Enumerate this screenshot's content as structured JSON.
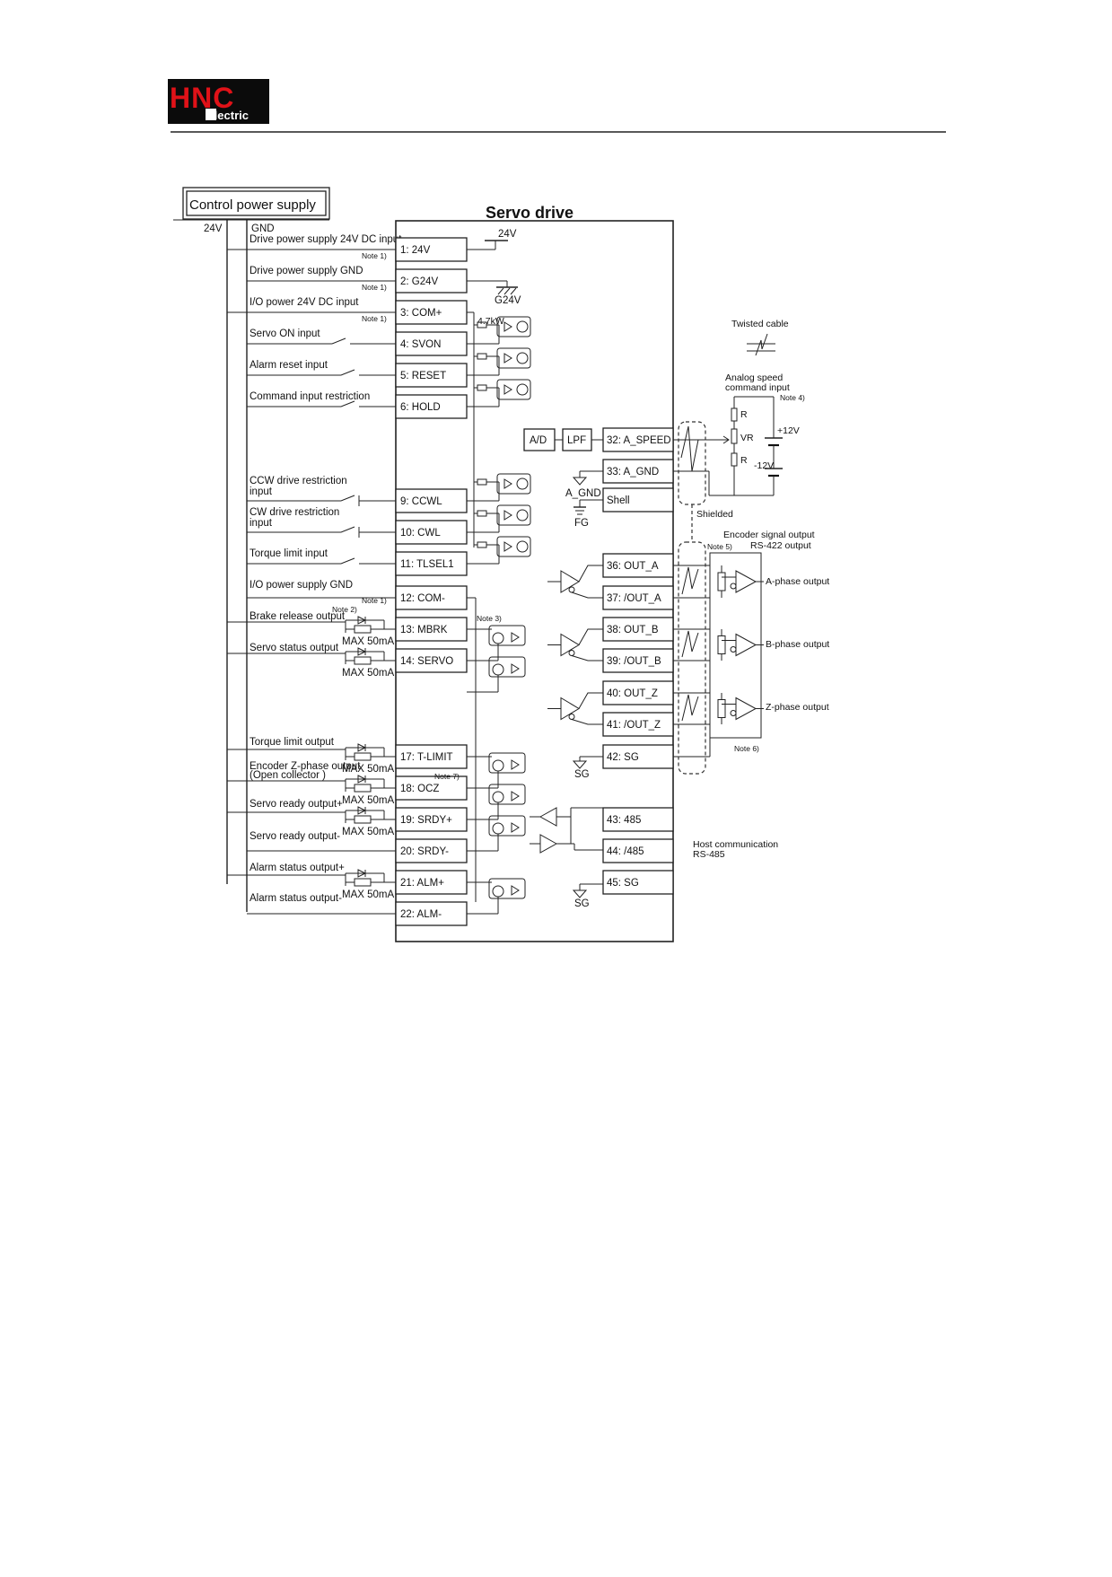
{
  "header": {
    "logo_main": "HNC",
    "logo_sub": "Electric"
  },
  "diagram": {
    "title": "Servo drive",
    "supply_box": "Control power supply",
    "supply_24v": "24V",
    "supply_gnd": "GND",
    "left_labels": [
      "Drive power supply 24V DC input",
      "Drive power supply GND",
      "I/O power 24V DC input",
      "Servo ON input",
      "Alarm reset input",
      "Command input restriction",
      "CCW drive restriction",
      "input",
      "CW drive restriction",
      "input",
      "Torque limit input",
      "I/O power supply GND",
      "Brake release output",
      "Servo status output",
      "Torque limit output",
      "Encoder Z-phase output",
      "(Open collector )",
      "Servo ready output+",
      "Servo ready output-",
      "Alarm status output+",
      "Alarm status output-"
    ],
    "pins_left": [
      "1: 24V",
      "2: G24V",
      "3: COM+",
      "4: SVON",
      "5: RESET",
      "6: HOLD",
      "9: CCWL",
      "10: CWL",
      "11: TLSEL1",
      "12: COM-",
      "13: MBRK",
      "14: SERVO",
      "17: T-LIMIT",
      "18: OCZ",
      "19: SRDY+",
      "20: SRDY-",
      "21: ALM+",
      "22: ALM-"
    ],
    "pins_right": [
      "32: A_SPEED",
      "33: A_GND",
      "Shell",
      "36: OUT_A",
      "37: /OUT_A",
      "38: OUT_B",
      "39: /OUT_B",
      "40: OUT_Z",
      "41: /OUT_Z",
      "42: SG",
      "43: 485",
      "44: /485",
      "45: SG"
    ],
    "notes": {
      "note1": "Note 1)",
      "note2": "Note 2)",
      "note3": "Note 3)",
      "note4": "Note 4)",
      "note5": "Note 5)",
      "note6": "Note 6)",
      "note7": "Note 7)"
    },
    "internal": {
      "v24": "24V",
      "g24v": "G24V",
      "resistor": "4.7kW",
      "ad": "A/D",
      "lpf": "LPF",
      "agnd": "A_GND",
      "fg": "FG",
      "sg": "SG",
      "max50": "MAX 50mA"
    },
    "right_labels": {
      "twisted": "Twisted cable",
      "analog1": "Analog speed",
      "analog2": "command input",
      "r": "R",
      "vr": "VR",
      "plus12": "+12V",
      "minus12": "-12V",
      "shielded": "Shielded",
      "enc1": "Encoder signal output",
      "enc2": "RS-422 output",
      "a_out": "A-phase output",
      "b_out": "B-phase output",
      "z_out": "Z-phase output",
      "host1": "Host communication",
      "host2": "RS-485"
    }
  }
}
